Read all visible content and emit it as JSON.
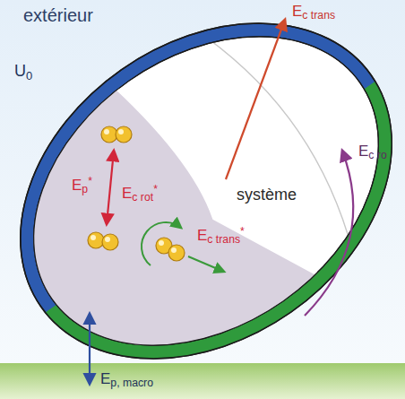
{
  "diagram": {
    "labels": [
      "extérieur",
      "U0",
      "Ep*",
      "Ec rot*",
      "Ec trans*",
      "système",
      "Ec trans",
      "Ec ro",
      "Ep, macro"
    ]
  }
}
